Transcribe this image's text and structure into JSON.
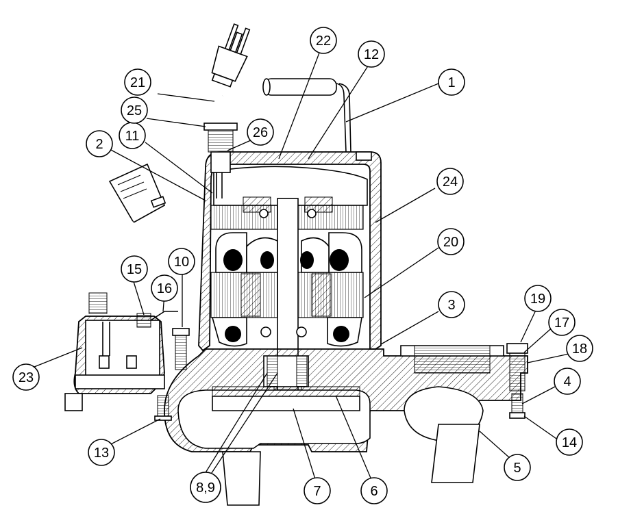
{
  "diagram": {
    "callouts": [
      {
        "id": "c1",
        "label": "1"
      },
      {
        "id": "c2",
        "label": "2"
      },
      {
        "id": "c3",
        "label": "3"
      },
      {
        "id": "c4",
        "label": "4"
      },
      {
        "id": "c5",
        "label": "5"
      },
      {
        "id": "c6",
        "label": "6"
      },
      {
        "id": "c7",
        "label": "7"
      },
      {
        "id": "c89",
        "label": "8,9"
      },
      {
        "id": "c10",
        "label": "10"
      },
      {
        "id": "c11",
        "label": "11"
      },
      {
        "id": "c12",
        "label": "12"
      },
      {
        "id": "c13",
        "label": "13"
      },
      {
        "id": "c14",
        "label": "14"
      },
      {
        "id": "c15",
        "label": "15"
      },
      {
        "id": "c16",
        "label": "16"
      },
      {
        "id": "c17",
        "label": "17"
      },
      {
        "id": "c18",
        "label": "18"
      },
      {
        "id": "c19",
        "label": "19"
      },
      {
        "id": "c20",
        "label": "20"
      },
      {
        "id": "c21",
        "label": "21"
      },
      {
        "id": "c22",
        "label": "22"
      },
      {
        "id": "c23",
        "label": "23"
      },
      {
        "id": "c24",
        "label": "24"
      },
      {
        "id": "c25",
        "label": "25"
      },
      {
        "id": "c26",
        "label": "26"
      }
    ]
  }
}
